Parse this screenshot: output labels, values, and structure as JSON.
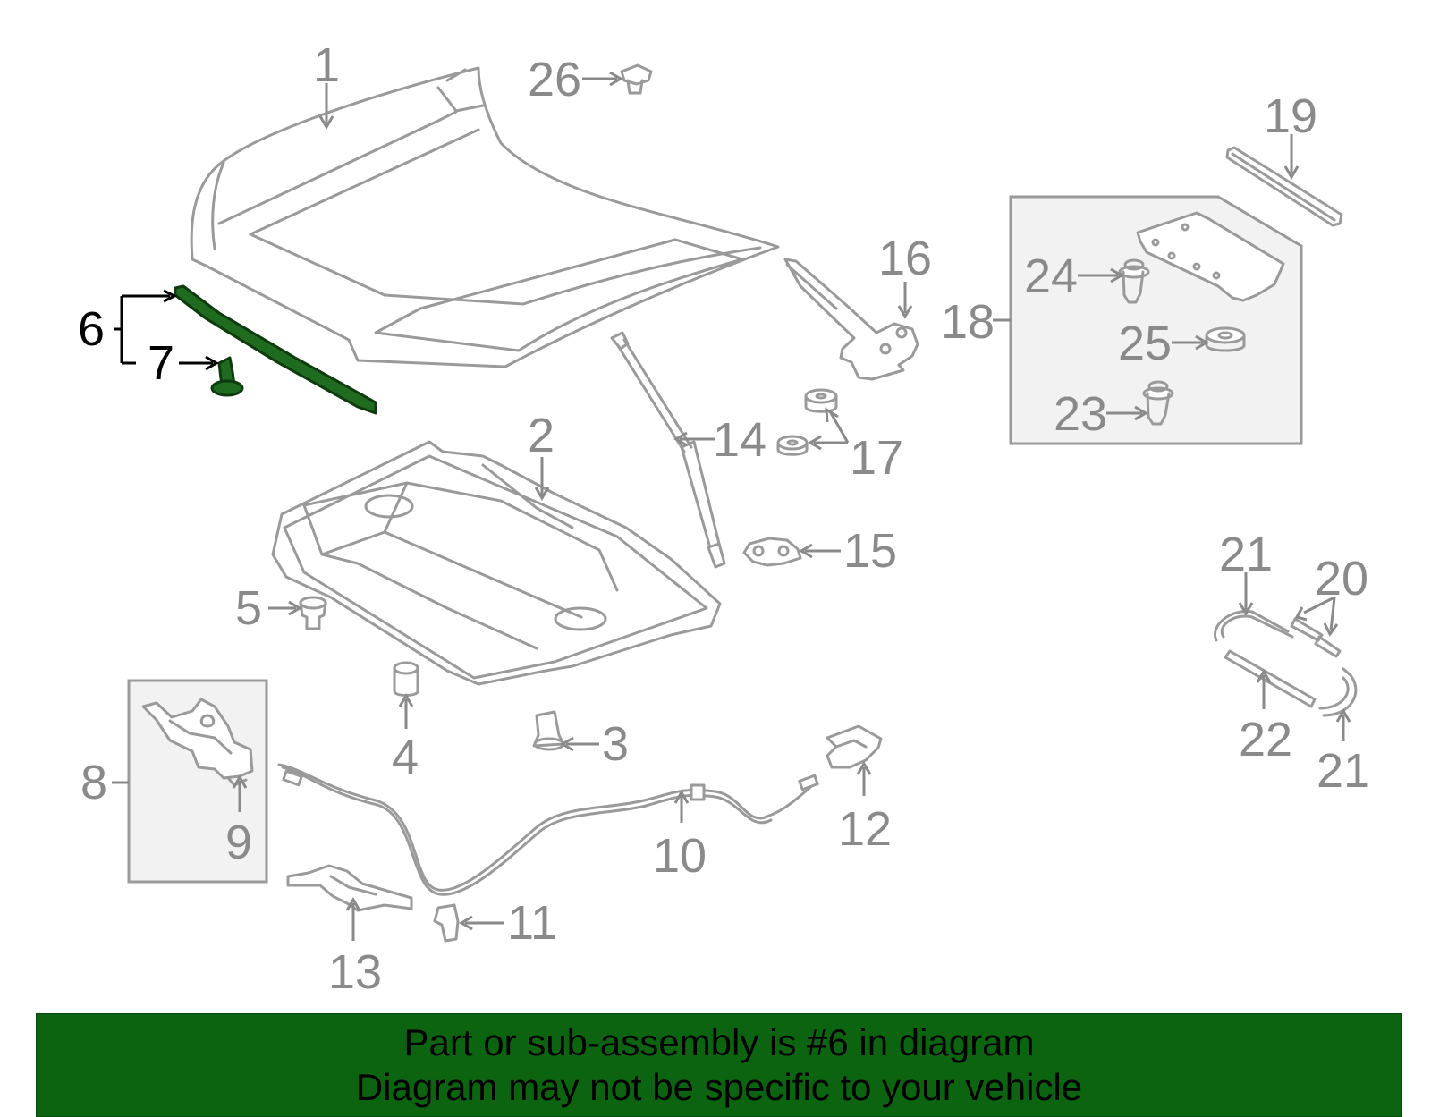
{
  "diagram": {
    "highlight_color": "#1f6b1f",
    "highlighted_part": "6",
    "callouts": [
      {
        "id": "c1",
        "text": "1"
      },
      {
        "id": "c2",
        "text": "2"
      },
      {
        "id": "c3",
        "text": "3"
      },
      {
        "id": "c4",
        "text": "4"
      },
      {
        "id": "c5",
        "text": "5"
      },
      {
        "id": "c6",
        "text": "6"
      },
      {
        "id": "c7",
        "text": "7"
      },
      {
        "id": "c8",
        "text": "8"
      },
      {
        "id": "c9",
        "text": "9"
      },
      {
        "id": "c10",
        "text": "10"
      },
      {
        "id": "c11",
        "text": "11"
      },
      {
        "id": "c12",
        "text": "12"
      },
      {
        "id": "c13",
        "text": "13"
      },
      {
        "id": "c14",
        "text": "14"
      },
      {
        "id": "c15",
        "text": "15"
      },
      {
        "id": "c16",
        "text": "16"
      },
      {
        "id": "c17",
        "text": "17"
      },
      {
        "id": "c18",
        "text": "18"
      },
      {
        "id": "c19",
        "text": "19"
      },
      {
        "id": "c20",
        "text": "20"
      },
      {
        "id": "c21a",
        "text": "21"
      },
      {
        "id": "c21b",
        "text": "21"
      },
      {
        "id": "c22",
        "text": "22"
      },
      {
        "id": "c23",
        "text": "23"
      },
      {
        "id": "c24",
        "text": "24"
      },
      {
        "id": "c25",
        "text": "25"
      },
      {
        "id": "c26",
        "text": "26"
      }
    ]
  },
  "banner": {
    "line1": "Part or sub-assembly is #6 in diagram",
    "line2": "Diagram may not be specific to your vehicle",
    "background": "#0c6410"
  }
}
